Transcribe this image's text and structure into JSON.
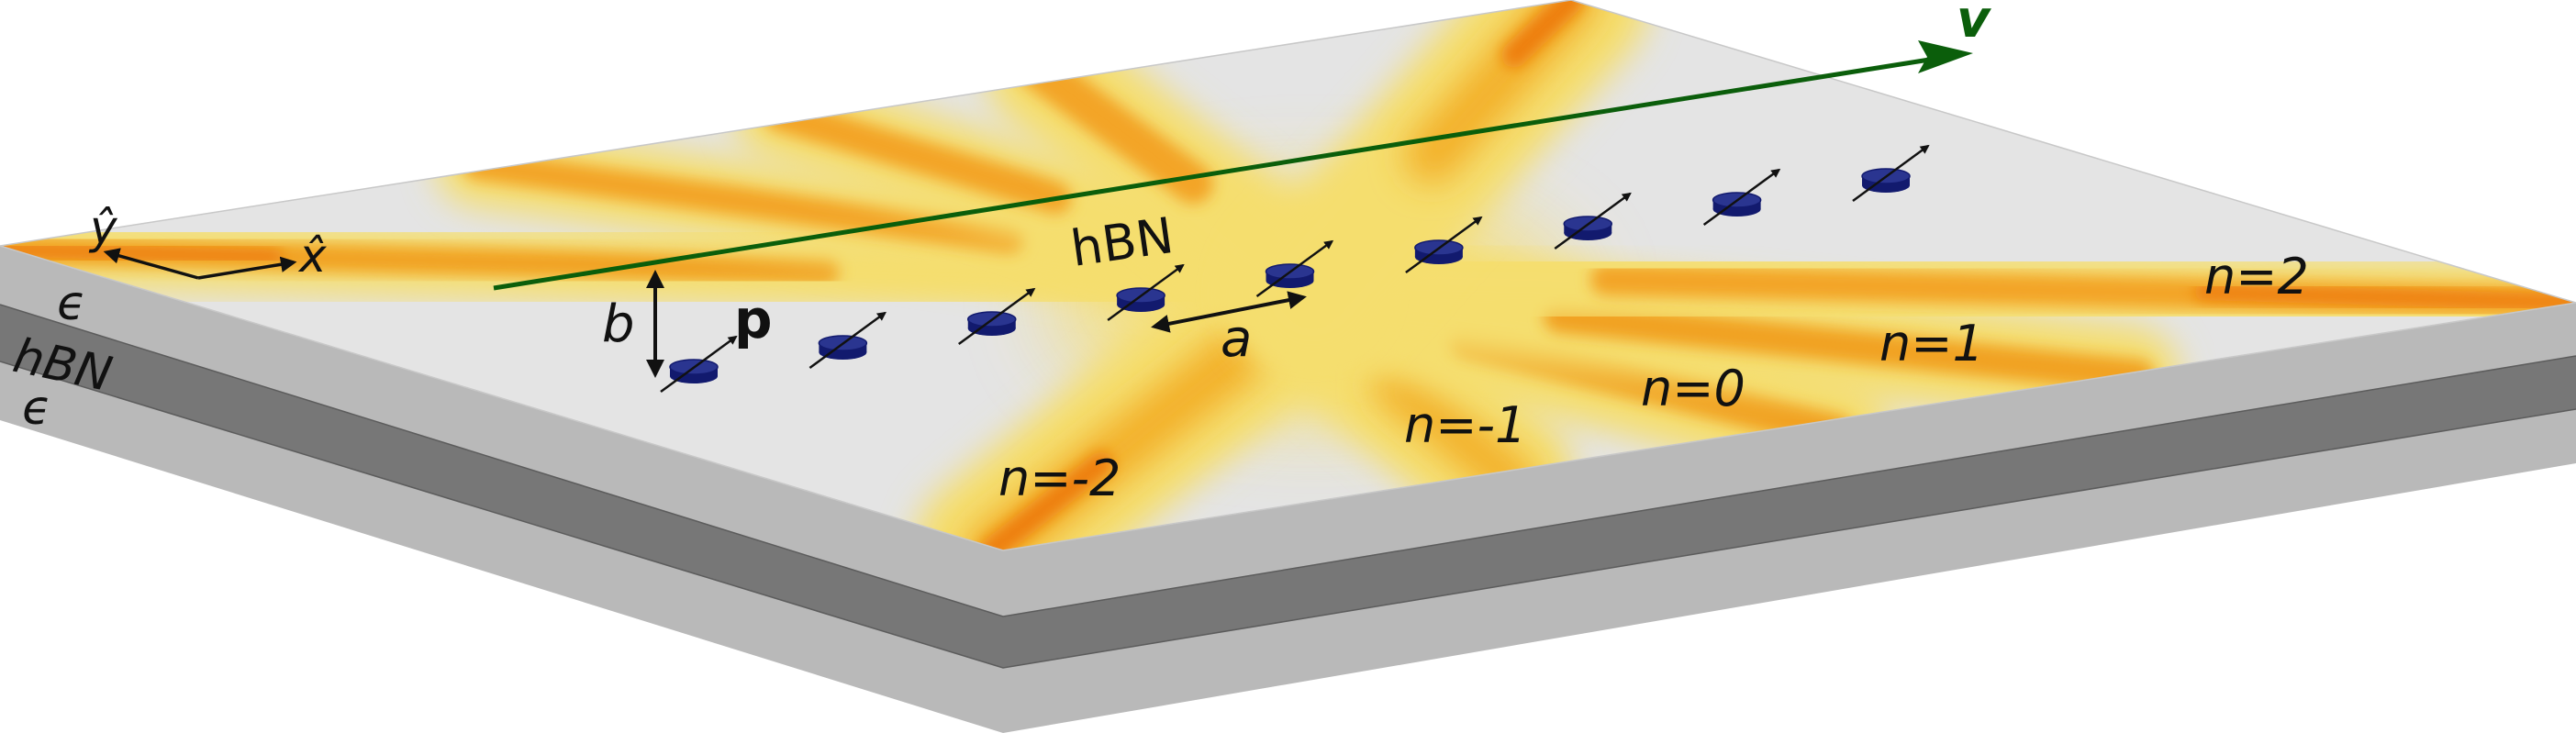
{
  "labels": {
    "velocity": "v",
    "hbn_top": "hBN",
    "epsilon_top": "ϵ",
    "hbn_side": "hBN",
    "epsilon_bottom": "ϵ",
    "axis_y": "ŷ",
    "axis_x": "x̂",
    "height": "b",
    "dipole": "p",
    "spacing": "a",
    "order_m2": "n=-2",
    "order_m1": "n=-1",
    "order_0": "n=0",
    "order_1": "n=1",
    "order_2": "n=2"
  },
  "colors": {
    "surface": "#e4e4e4",
    "layer_light": "#b9b9b9",
    "layer_dark": "#777777",
    "trajectory": "#0b5e0b",
    "dipole": "#121a6e",
    "beam_outer": "#f7e27a",
    "beam_core": "#f08a10"
  },
  "dipoles": {
    "count": 9
  }
}
